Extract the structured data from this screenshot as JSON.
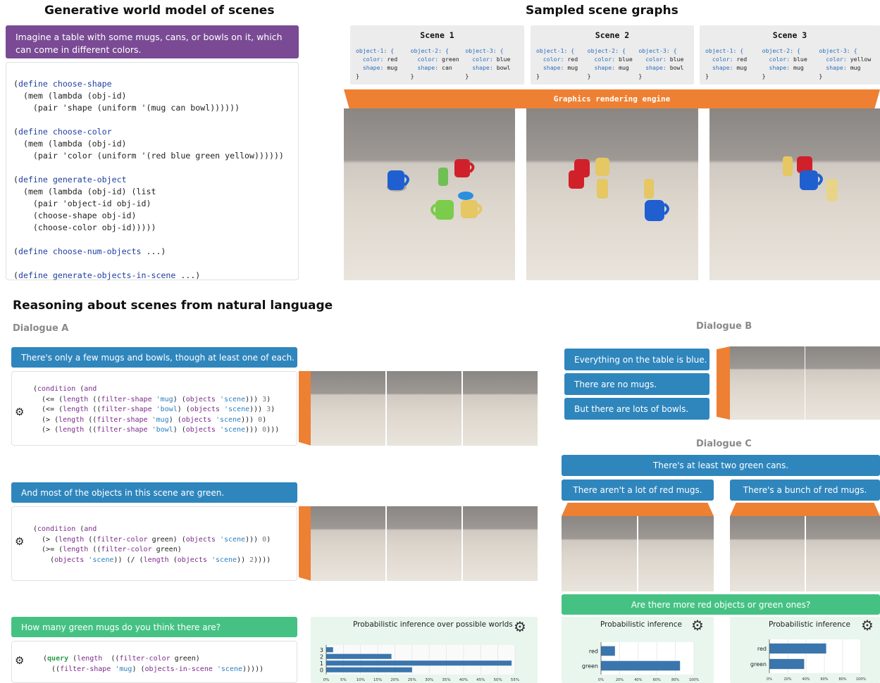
{
  "headings": {
    "gen_model": "Generative world model of scenes",
    "sampled": "Sampled scene graphs",
    "reasoning": "Reasoning about scenes from natural language",
    "dialogue_a": "Dialogue A",
    "dialogue_b": "Dialogue B",
    "dialogue_c": "Dialogue C"
  },
  "gen_prompt": "Imagine a table with some mugs, cans, or bowls on it, which can come in different colors.",
  "scenes": [
    {
      "title": "Scene 1",
      "objects": [
        {
          "label": "object-1: {",
          "color": "red",
          "shape": "mug"
        },
        {
          "label": "object-2: {",
          "color": "green",
          "shape": "can"
        },
        {
          "label": "object-3: {",
          "color": "blue",
          "shape": "bowl"
        }
      ]
    },
    {
      "title": "Scene 2",
      "objects": [
        {
          "label": "object-1: {",
          "color": "red",
          "shape": "mug"
        },
        {
          "label": "object-2: {",
          "color": "blue",
          "shape": "mug"
        },
        {
          "label": "object-3: {",
          "color": "blue",
          "shape": "bowl"
        }
      ]
    },
    {
      "title": "Scene 3",
      "objects": [
        {
          "label": "object-1: {",
          "color": "red",
          "shape": "mug"
        },
        {
          "label": "object-2: {",
          "color": "blue",
          "shape": "mug"
        },
        {
          "label": "object-3: {",
          "color": "yellow",
          "shape": "mug"
        }
      ]
    }
  ],
  "rendering_engine": "Graphics rendering engine",
  "dialogue_a": {
    "u1": "There's only a few mugs and bowls, though at least one of each.",
    "u2": "And most of the objects in this scene are green.",
    "q": "How many green mugs do you think there are?"
  },
  "dialogue_b": {
    "u1": "Everything on the table is blue.",
    "u2": "There are no mugs.",
    "u3": "But there are lots of bowls."
  },
  "dialogue_c": {
    "u1": "There's at least two green cans.",
    "u2a": "There aren't a lot of red mugs.",
    "u2b": "There's a bunch of red mugs.",
    "q": "Are there more red objects or green ones?"
  },
  "inference_a": {
    "title": "Probabilistic inference over possible worlds",
    "chart_data": {
      "type": "bar",
      "orientation": "horizontal",
      "categories": [
        "3",
        "2",
        "1",
        "0"
      ],
      "values": [
        2,
        19,
        54,
        25
      ],
      "xticks": [
        "0%",
        "5%",
        "10%",
        "15%",
        "20%",
        "25%",
        "30%",
        "35%",
        "40%",
        "45%",
        "50%",
        "55%"
      ],
      "xlim": [
        0,
        55
      ]
    }
  },
  "inference_c1": {
    "title": "Probabilistic inference",
    "chart_data": {
      "type": "bar",
      "orientation": "horizontal",
      "categories": [
        "red",
        "green"
      ],
      "values": [
        15,
        85
      ],
      "xticks": [
        "0%",
        "20%",
        "40%",
        "60%",
        "80%",
        "100%"
      ],
      "xlim": [
        0,
        100
      ]
    }
  },
  "inference_c2": {
    "title": "Probabilistic inference",
    "chart_data": {
      "type": "bar",
      "orientation": "horizontal",
      "categories": [
        "red",
        "green"
      ],
      "values": [
        62,
        38
      ],
      "xticks": [
        "0%",
        "20%",
        "40%",
        "60%",
        "80%",
        "100%"
      ],
      "xlim": [
        0,
        100
      ]
    }
  }
}
